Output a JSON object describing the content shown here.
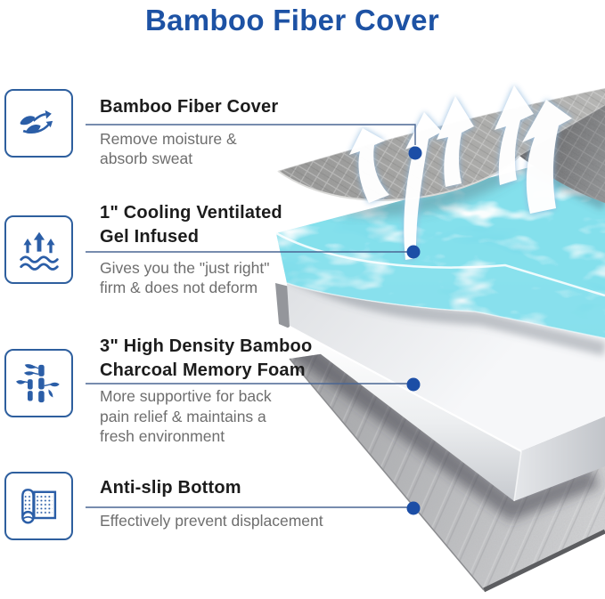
{
  "title": "Bamboo Fiber Cover",
  "sections": [
    {
      "icon": "moisture-wicking-icon",
      "heading": "Bamboo Fiber Cover",
      "description": "Remove moisture &\nabsorb sweat"
    },
    {
      "icon": "cooling-airflow-icon",
      "heading": "1\" Cooling Ventilated\nGel Infused",
      "description": "Gives you the \"just right\"\nfirm & does not deform"
    },
    {
      "icon": "bamboo-icon",
      "heading": "3\" High Density Bamboo\nCharcoal Memory Foam",
      "description": "More supportive for back\npain relief & maintains a\nfresh environment"
    },
    {
      "icon": "anti-slip-mat-icon",
      "heading": "Anti-slip Bottom",
      "description": "Effectively prevent displacement"
    }
  ],
  "colors": {
    "title": "#1d52a4",
    "icon_blue": "#2b5ea7",
    "heading": "#1c1c1c",
    "description": "#6e6e6e",
    "connector_line": "#4a6693",
    "dot": "#1c4ea6"
  }
}
